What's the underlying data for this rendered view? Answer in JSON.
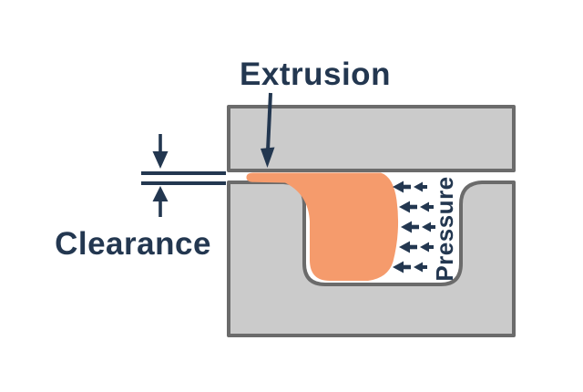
{
  "title": "Extrusion clearance diagram",
  "colors": {
    "background": "#ffffff",
    "navy": "#233750",
    "orange": "#F59B6C",
    "block_fill": "#CBCBCB",
    "block_border": "#6B6B6B"
  },
  "labels": {
    "extrusion": "Extrusion",
    "clearance": "Clearance",
    "pressure": "Pressure"
  },
  "diagram": {
    "type": "technical-illustration",
    "elements": [
      "upper die block (gray, top)",
      "lower die block with U-shaped cavity (gray, bottom)",
      "orange extruded material filling cavity and squeezing left through the clearance gap",
      "clearance dimension marker: two horizontal gap lines with opposing vertical arrows",
      "extrusion pointer arrow from label down to the gap",
      "five rows of small left-pointing pressure arrows on the material's right boundary",
      "vertical 'Pressure' label reading bottom-to-top"
    ],
    "pressure_arrow_rows": 5,
    "pressure_arrows_per_row": 2
  }
}
